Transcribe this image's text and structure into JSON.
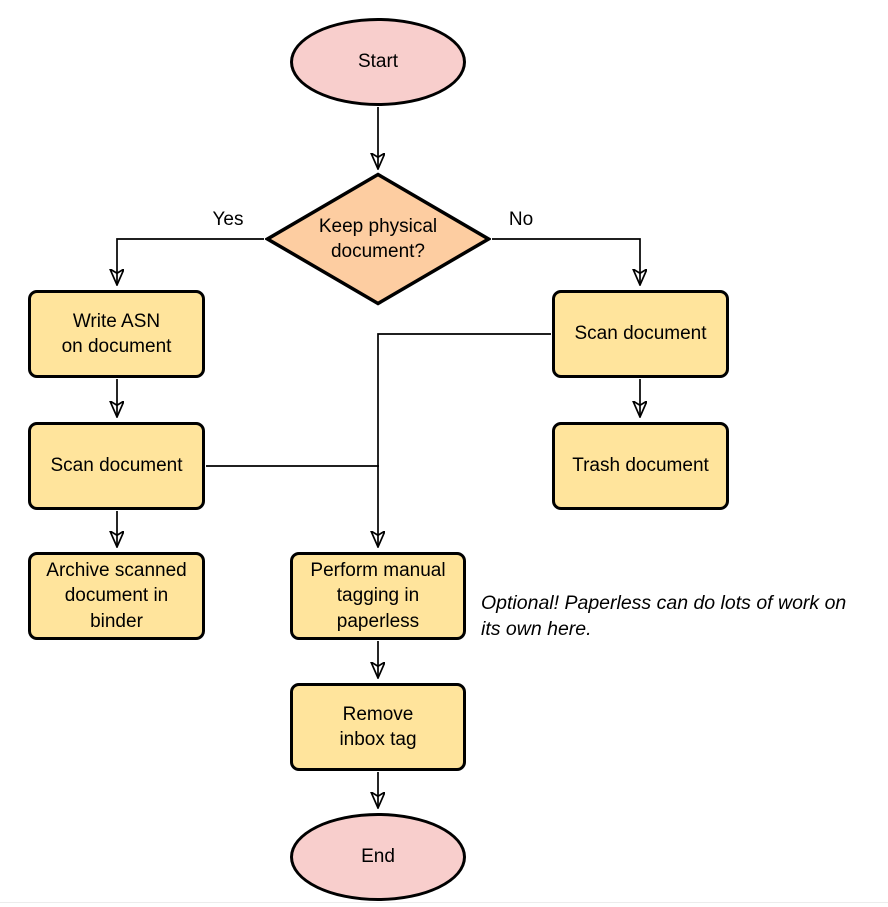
{
  "diagram": {
    "type": "flowchart",
    "colors": {
      "terminal_fill": "#F8CECC",
      "decision_fill": "#FDCDA1",
      "process_fill": "#FFE49C",
      "stroke": "#000000",
      "text": "#000000",
      "background": "#FFFFFF"
    },
    "nodes": {
      "start": {
        "shape": "ellipse",
        "label": "Start"
      },
      "decision": {
        "shape": "diamond",
        "label": "Keep physical\ndocument?"
      },
      "write_asn": {
        "shape": "rect",
        "label": "Write ASN\non document"
      },
      "scan_left": {
        "shape": "rect",
        "label": "Scan document"
      },
      "archive": {
        "shape": "rect",
        "label": "Archive scanned\ndocument in\nbinder"
      },
      "scan_right": {
        "shape": "rect",
        "label": "Scan document"
      },
      "trash": {
        "shape": "rect",
        "label": "Trash document"
      },
      "tagging": {
        "shape": "rect",
        "label": "Perform manual\ntagging in\npaperless"
      },
      "remove_inbox": {
        "shape": "rect",
        "label": "Remove\ninbox tag"
      },
      "end": {
        "shape": "ellipse",
        "label": "End"
      }
    },
    "edges": [
      {
        "from": "start",
        "to": "decision",
        "label": ""
      },
      {
        "from": "decision",
        "to": "write_asn",
        "label": "Yes"
      },
      {
        "from": "decision",
        "to": "scan_right",
        "label": "No"
      },
      {
        "from": "write_asn",
        "to": "scan_left",
        "label": ""
      },
      {
        "from": "scan_left",
        "to": "archive",
        "label": ""
      },
      {
        "from": "scan_right",
        "to": "trash",
        "label": ""
      },
      {
        "from": "scan_left",
        "to": "tagging",
        "label": ""
      },
      {
        "from": "scan_right",
        "to": "tagging",
        "label": ""
      },
      {
        "from": "tagging",
        "to": "remove_inbox",
        "label": ""
      },
      {
        "from": "remove_inbox",
        "to": "end",
        "label": ""
      }
    ],
    "annotation": "Optional! Paperless can do lots of work on\nits own here."
  }
}
